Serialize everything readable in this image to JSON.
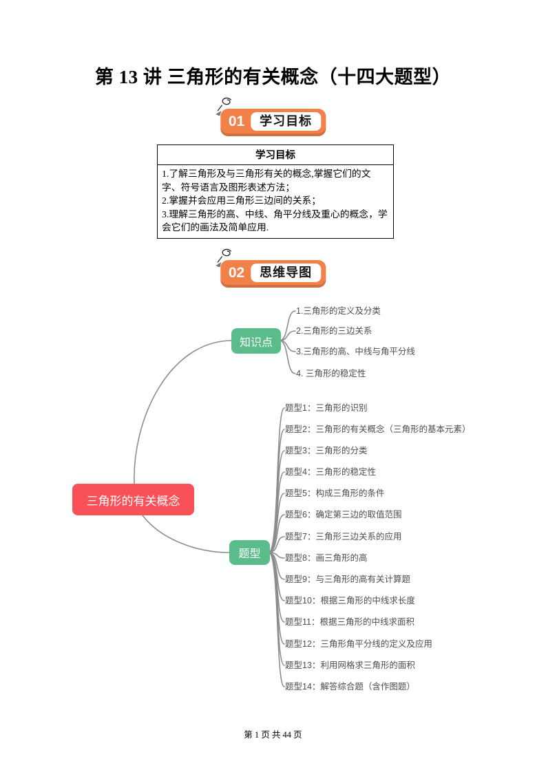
{
  "page": {
    "title": "第 13 讲 三角形的有关概念（十四大题型）",
    "footer": "第 1 页 共 44 页"
  },
  "badges": {
    "goals": {
      "num": "01",
      "label": "学习目标"
    },
    "mindmap": {
      "num": "02",
      "label": "思维导图"
    }
  },
  "goals_table": {
    "header": "学习目标",
    "rows": [
      "1.了解三角形及与三角形有关的概念,掌握它们的文字、符号语言及图形表述方法；",
      "2.掌握并会应用三角形三边间的关系；",
      "3.理解三角形的高、中线、角平分线及重心的概念，学会它们的画法及简单应用."
    ]
  },
  "mindmap": {
    "root": "三角形的有关概念",
    "branches": [
      {
        "label": "知识点",
        "items": [
          "1.三角形的定义及分类",
          "2.三角形的三边关系",
          "3.三角形的高、中线与角平分线",
          "4. 三角形的稳定性"
        ]
      },
      {
        "label": "题型",
        "items": [
          "题型1：三角形的识别",
          "题型2：三角形的有关概念（三角形的基本元素）",
          "题型3：三角形的分类",
          "题型4：三角形的稳定性",
          "题型5：构成三角形的条件",
          "题型6：确定第三边的取值范围",
          "题型7：三角形三边关系的应用",
          "题型8：画三角形的高",
          "题型9：与三角形的高有关计算题",
          "题型10：根据三角形的中线求长度",
          "题型11：根据三角形的中线求面积",
          "题型12：三角形角平分线的定义及应用",
          "题型13：利用网格求三角形的面积",
          "题型14：解答综合题（含作图题）"
        ]
      }
    ]
  },
  "colors": {
    "accent_orange": "#F28049",
    "root_red": "#FA5158",
    "branch_green": "#5BBC8B",
    "connector_gray": "#8C8C8C"
  }
}
